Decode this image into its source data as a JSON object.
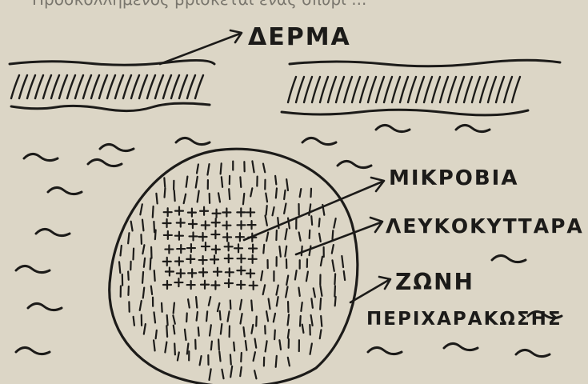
{
  "header_text": "Προσκολλημένος βρίσκεται ένας σπυρί ...",
  "labels": {
    "skin": "ΔΕΡΜΑ",
    "microbes": "ΜΙΚΡΟΒΙΑ",
    "leukocytes": "ΛΕΥΚΟΚΥΤΤΑΡΑ",
    "zone_line1": "ΖΩΝΗ",
    "zone_line2": "ΠΕΡΙΧΑΡΑΚΩΣΗΣ"
  },
  "colors": {
    "paper": "#dcd6c6",
    "ink": "#1c1b19"
  }
}
